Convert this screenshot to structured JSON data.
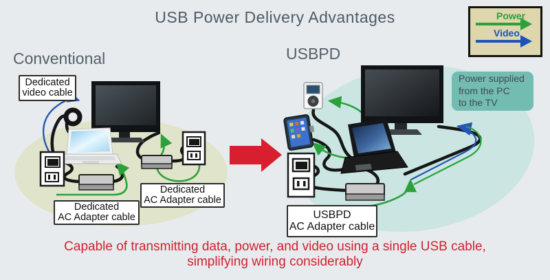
{
  "title": "USB Power Delivery Advantages",
  "legend": {
    "power_label": "Power",
    "video_label": "Video",
    "power_color": "#2ea03a",
    "video_color": "#1d52b8"
  },
  "conventional": {
    "heading": "Conventional",
    "video_cable_label": "Dedicated\nvideo cable",
    "ac_adapter_label_left": "Dedicated\nAC Adapter cable",
    "ac_adapter_label_right": "Dedicated\nAC Adapter cable"
  },
  "usbpd": {
    "heading": "USBPD",
    "ac_adapter_label": "USBPD\nAC Adapter cable",
    "power_note": "Power supplied\nfrom the PC\nto the TV"
  },
  "caption": "Capable of transmitting data, power, and video using a single USB cable,\nsimplifying wiring considerably",
  "colors": {
    "background": "#e8ebee",
    "heading_text": "#53606b",
    "caption_red": "#cf2130",
    "transition_arrow_red": "#d71f2f",
    "conventional_ellipse": "#e0e4ca",
    "usbpd_ellipse": "#cbe6e2",
    "legend_bg": "#ded6ac",
    "note_bg": "#72bcb2",
    "cable_black": "#161616",
    "power_green": "#2aa13c",
    "video_blue": "#2456b8"
  }
}
